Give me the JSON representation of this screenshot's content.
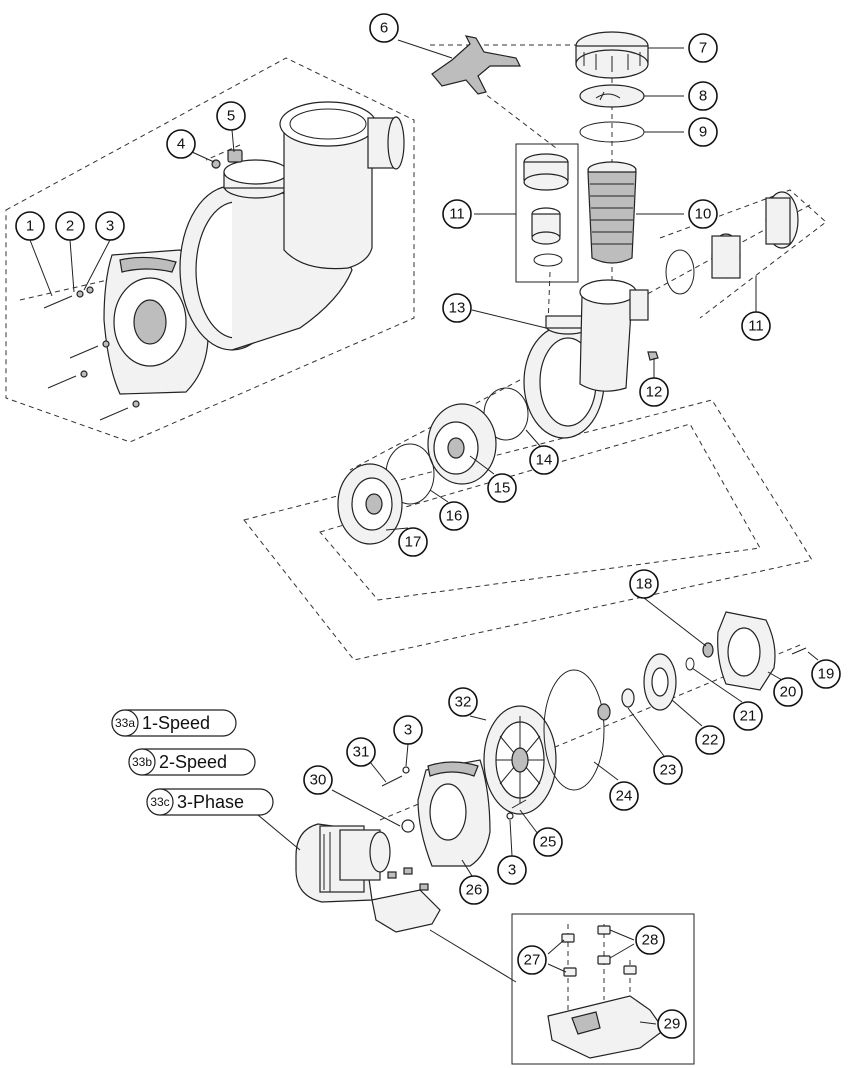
{
  "callouts": {
    "c1": "1",
    "c2": "2",
    "c3a": "3",
    "c4": "4",
    "c5": "5",
    "c6": "6",
    "c7": "7",
    "c8": "8",
    "c9": "9",
    "c10": "10",
    "c11a": "11",
    "c11b": "11",
    "c12": "12",
    "c13": "13",
    "c14": "14",
    "c15": "15",
    "c16": "16",
    "c17": "17",
    "c18": "18",
    "c19": "19",
    "c20": "20",
    "c21": "21",
    "c22": "22",
    "c23": "23",
    "c24": "24",
    "c25": "25",
    "c3b": "3",
    "c3c": "3",
    "c26": "26",
    "c27": "27",
    "c28": "28",
    "c29": "29",
    "c30": "30",
    "c31": "31",
    "c32": "32"
  },
  "motor_options": [
    {
      "code": "33a",
      "label": "1-Speed"
    },
    {
      "code": "33b",
      "label": "2-Speed"
    },
    {
      "code": "33c",
      "label": "3-Phase"
    }
  ]
}
